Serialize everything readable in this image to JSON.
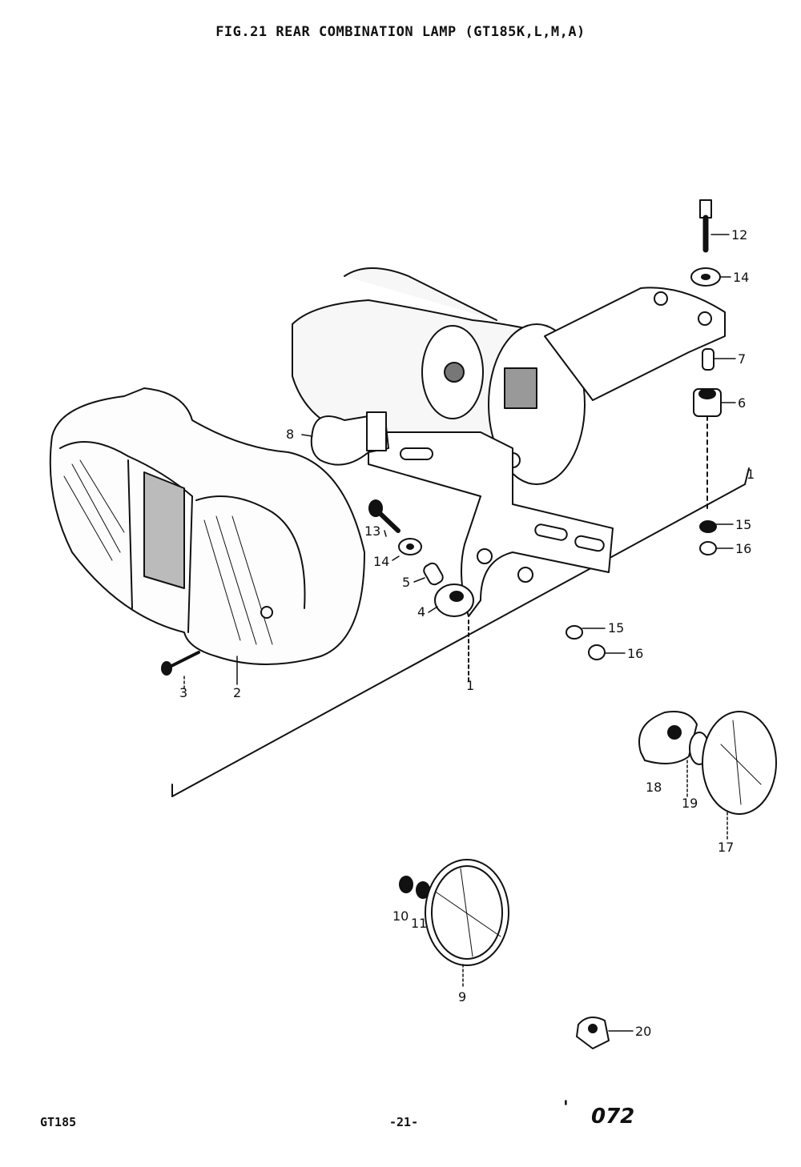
{
  "figure": {
    "title": "FIG.21  REAR COMBINATION LAMP (GT185K,L,M,A)"
  },
  "callouts": {
    "c1_top": "1",
    "c1_bottom": "1",
    "c2": "2",
    "c3": "3",
    "c4": "4",
    "c5": "5",
    "c6": "6",
    "c7": "7",
    "c8": "8",
    "c9": "9",
    "c10": "10",
    "c11": "11",
    "c12": "12",
    "c13": "13",
    "c14_left": "14",
    "c14_right": "14",
    "c15_upper": "15",
    "c15_lower": "15",
    "c16_upper": "16",
    "c16_lower": "16",
    "c17": "17",
    "c18": "18",
    "c19": "19",
    "c20": "20"
  },
  "footer": {
    "model": "GT185",
    "page": "-21-",
    "mark": "'",
    "code": "072"
  }
}
